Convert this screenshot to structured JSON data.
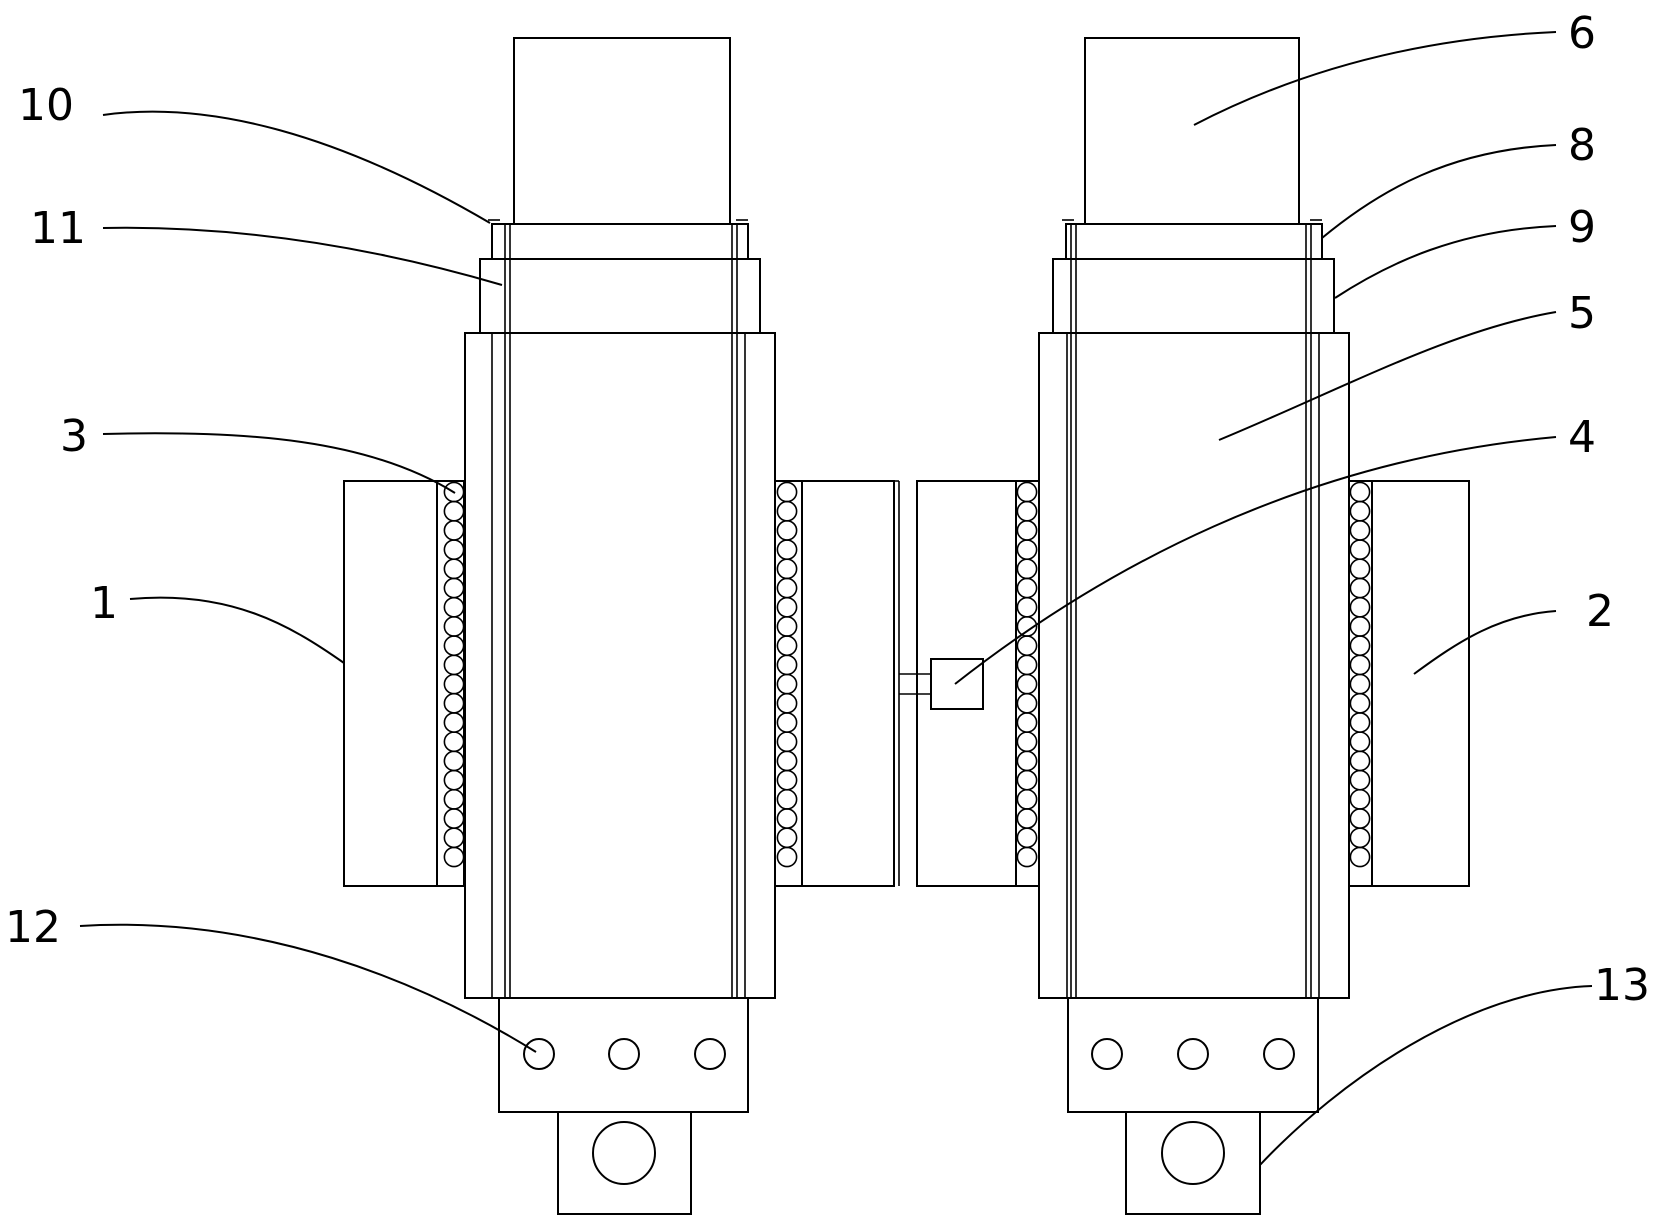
{
  "labels": {
    "l1": "1",
    "l2": "2",
    "l3": "3",
    "l4": "4",
    "l5": "5",
    "l6": "6",
    "l8": "8",
    "l9": "9",
    "l10": "10",
    "l11": "11",
    "l12": "12",
    "l13": "13"
  },
  "colors": {
    "line": "#000000",
    "background": "#ffffff"
  },
  "roller_count_per_column": 20
}
